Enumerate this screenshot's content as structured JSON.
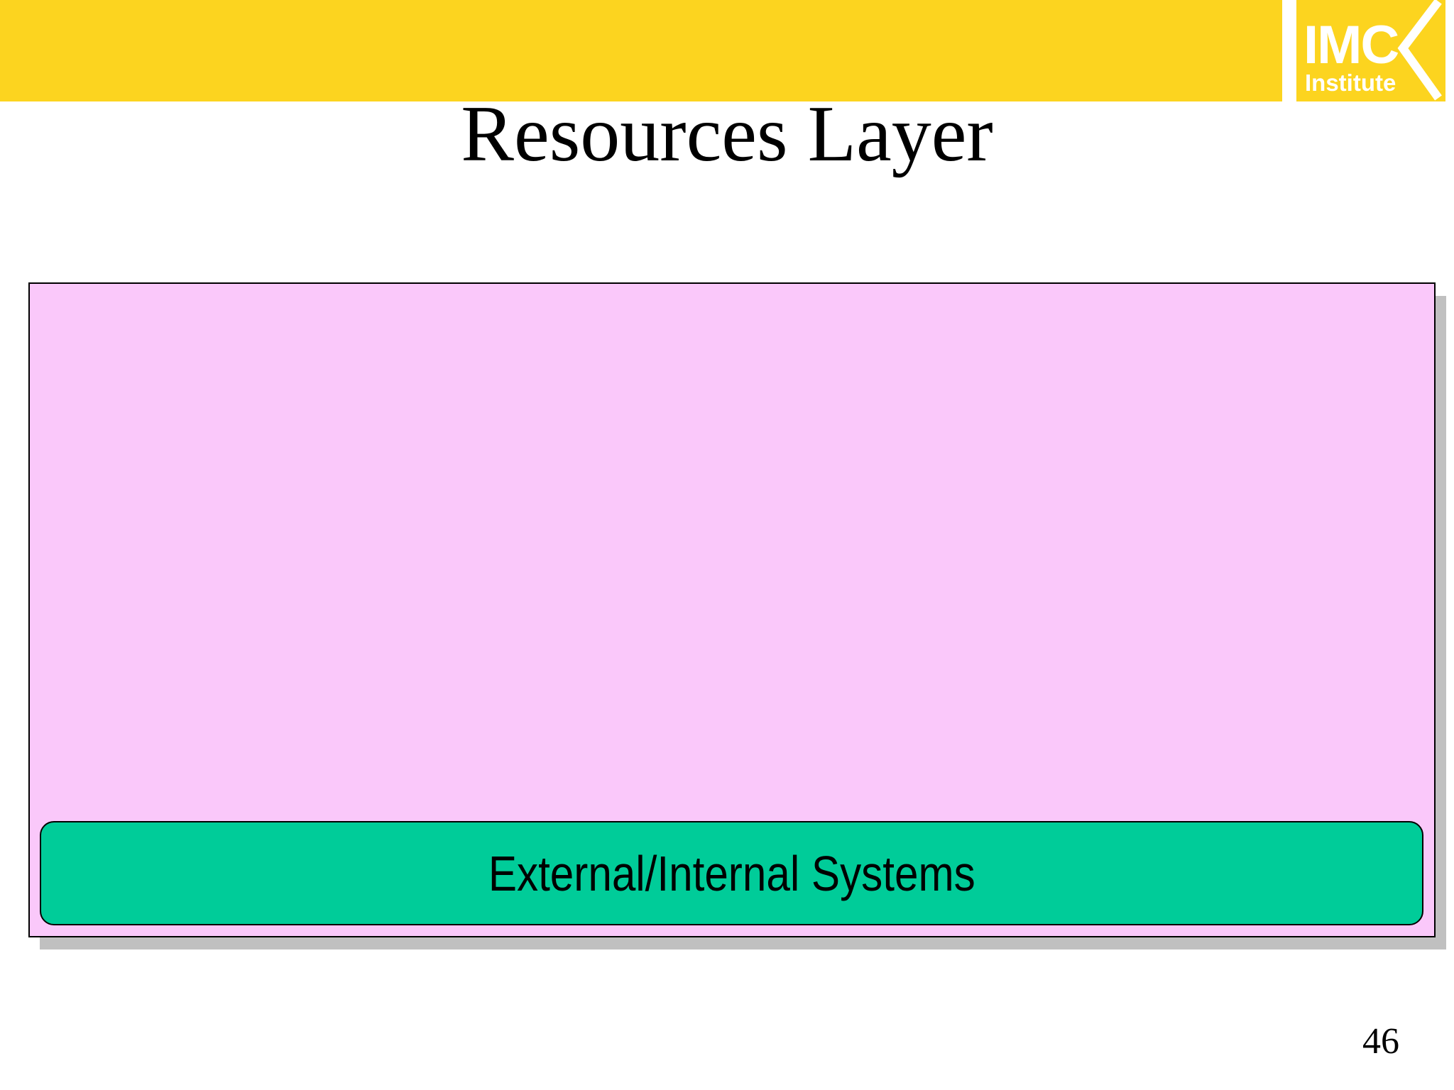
{
  "header": {
    "logo": {
      "main_text": "IMC",
      "sub_text": "Institute"
    }
  },
  "slide": {
    "title": "Resources Layer",
    "diagram": {
      "bottom_box_label": "External/Internal Systems"
    },
    "page_number": "46"
  },
  "colors": {
    "banner": "#fcd41f",
    "panel_fill": "#fac8fa",
    "box_fill": "#00cc99",
    "shadow": "#c0c0c0"
  }
}
